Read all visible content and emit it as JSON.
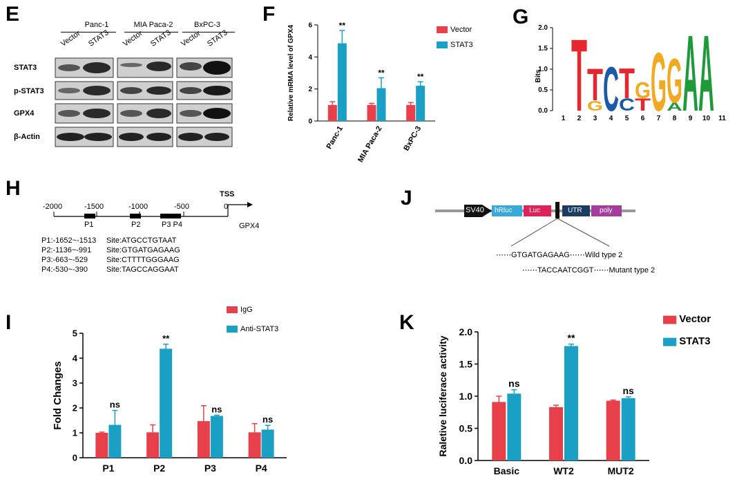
{
  "panels": {
    "E": "E",
    "F": "F",
    "G": "G",
    "H": "H",
    "I": "I",
    "J": "J",
    "K": "K"
  },
  "colors": {
    "vector": "#e8404a",
    "stat3": "#1aa0c4",
    "gray": "#888888"
  },
  "panel_e": {
    "cell_lines": [
      "Panc-1",
      "MIA Paca-2",
      "BxPC-3"
    ],
    "lane_labels": [
      "Vector",
      "STAT3"
    ],
    "row_labels": [
      "STAT3",
      "p-STAT3",
      "GPX4",
      "β-Actin"
    ]
  },
  "panel_g": {
    "ylabel": "Bits",
    "yticks": [
      "2.0",
      "1.5",
      "1.0",
      "0.5",
      "0.0"
    ],
    "positions": [
      "1",
      "2",
      "3",
      "4",
      "5",
      "6",
      "7",
      "8",
      "9",
      "10",
      "11"
    ],
    "letters": [
      {
        "pos": 2,
        "char": "T",
        "color": "#e8262e",
        "bits": 1.8
      },
      {
        "pos": 3,
        "char": "T",
        "color": "#e8262e",
        "bits": 0.8
      },
      {
        "pos": 3,
        "char": "G",
        "color": "#f2a91f",
        "bits": 0.25
      },
      {
        "pos": 4,
        "char": "C",
        "color": "#1a5aa8",
        "bits": 1.1
      },
      {
        "pos": 5,
        "char": "T",
        "color": "#e8262e",
        "bits": 0.75
      },
      {
        "pos": 5,
        "char": "C",
        "color": "#1a5aa8",
        "bits": 0.3
      },
      {
        "pos": 6,
        "char": "G",
        "color": "#f2a91f",
        "bits": 0.4
      },
      {
        "pos": 6,
        "char": "T",
        "color": "#e8262e",
        "bits": 0.3
      },
      {
        "pos": 7,
        "char": "G",
        "color": "#f2a91f",
        "bits": 1.45
      },
      {
        "pos": 8,
        "char": "G",
        "color": "#f2a91f",
        "bits": 1.1
      },
      {
        "pos": 8,
        "char": "A",
        "color": "#1f9a3a",
        "bits": 0.2
      },
      {
        "pos": 9,
        "char": "A",
        "color": "#1f9a3a",
        "bits": 1.9
      },
      {
        "pos": 10,
        "char": "A",
        "color": "#1f9a3a",
        "bits": 1.9
      }
    ]
  },
  "panel_h": {
    "ticks": [
      "-2000",
      "-1500",
      "-1000",
      "-500",
      "0"
    ],
    "tss": "TSS",
    "gene": "GPX4",
    "box_labels": [
      "P1",
      "P2",
      "P3 P4"
    ],
    "sites": [
      {
        "p": "P1:-1652~-1513",
        "site": "Site:ATGCCTGTAAT"
      },
      {
        "p": "P2:-1136~-991",
        "site": "Site:GTGATGAGAAG"
      },
      {
        "p": "P3:-663~-529",
        "site": "Site:CTTTTGGGAAG"
      },
      {
        "p": "P4:-530~-390",
        "site": "Site:TAGCCAGGAAT"
      }
    ]
  },
  "panel_j": {
    "boxes": [
      "SV40",
      "hRluc",
      "Luc",
      "UTR",
      "poly"
    ],
    "wt_seq": "⋯⋯GTGATGAGAAG⋯⋯Wild type 2",
    "mut_seq": "⋯⋯TACCAATCGGT⋯⋯Mutant type 2"
  },
  "chart_data": [
    {
      "id": "F",
      "type": "bar",
      "ylabel": "Relative mRMA level of GPX4",
      "ylim": [
        0,
        6
      ],
      "yticks": [
        0,
        2,
        4,
        6
      ],
      "categories": [
        "Panc-1",
        "MIA Paca-2",
        "BxPC-3"
      ],
      "series": [
        {
          "name": "Vector",
          "values": [
            1.0,
            1.0,
            1.0
          ],
          "errors": [
            0.2,
            0.1,
            0.15
          ]
        },
        {
          "name": "STAT3",
          "values": [
            4.85,
            2.05,
            2.2
          ],
          "errors": [
            0.8,
            0.65,
            0.25
          ]
        }
      ],
      "annotations": [
        "**",
        "**",
        "**"
      ],
      "legend": "top-right"
    },
    {
      "id": "I",
      "type": "bar",
      "ylabel": "Fold Changes",
      "ylim": [
        0,
        5
      ],
      "yticks": [
        0,
        1,
        2,
        3,
        4,
        5
      ],
      "categories": [
        "P1",
        "P2",
        "P3",
        "P4"
      ],
      "series": [
        {
          "name": "IgG",
          "values": [
            1.0,
            1.02,
            1.47,
            1.02
          ],
          "errors": [
            0.03,
            0.3,
            0.62,
            0.35
          ]
        },
        {
          "name": "Anti-STAT3",
          "values": [
            1.32,
            4.38,
            1.68,
            1.13
          ],
          "errors": [
            0.58,
            0.18,
            0.03,
            0.17
          ]
        }
      ],
      "annotations": [
        "ns",
        "**",
        "ns",
        "ns"
      ],
      "legend": "top-center"
    },
    {
      "id": "K",
      "type": "bar",
      "ylabel": "Raletive luciferace activity",
      "ylim": [
        0,
        2.0
      ],
      "yticks": [
        "0.0",
        "0.5",
        "1.0",
        "1.5",
        "2.0"
      ],
      "categories": [
        "Basic",
        "WT2",
        "MUT2"
      ],
      "series": [
        {
          "name": "Vector",
          "values": [
            0.91,
            0.83,
            0.93
          ],
          "errors": [
            0.09,
            0.03,
            0.01
          ]
        },
        {
          "name": "STAT3",
          "values": [
            1.04,
            1.78,
            0.97
          ],
          "errors": [
            0.06,
            0.03,
            0.02
          ]
        }
      ],
      "annotations": [
        "ns",
        "**",
        "ns"
      ],
      "legend": "top-right"
    }
  ]
}
